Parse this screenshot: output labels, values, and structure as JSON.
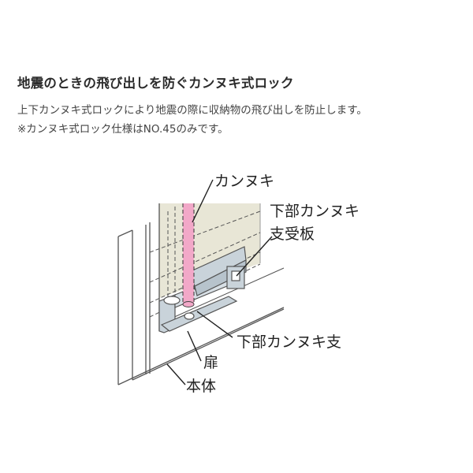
{
  "heading": "地震のときの飛び出しを防ぐカンヌキ式ロック",
  "description": {
    "line1": "上下カンヌキ式ロックにより地震の際に収納物の飛び出しを防止します。",
    "line2": "※カンヌキ式ロック仕様はNO.45のみです。"
  },
  "callouts": {
    "kannuki": "カンヌキ",
    "support_plate_line1": "下部カンヌキ",
    "support_plate_line2": "支受板",
    "support": "下部カンヌキ支",
    "door": "扉",
    "body": "本体"
  },
  "colors": {
    "door_panel": "#e8e6d6",
    "bracket": "#c9d3da",
    "bolt": "#f2a8c8"
  }
}
